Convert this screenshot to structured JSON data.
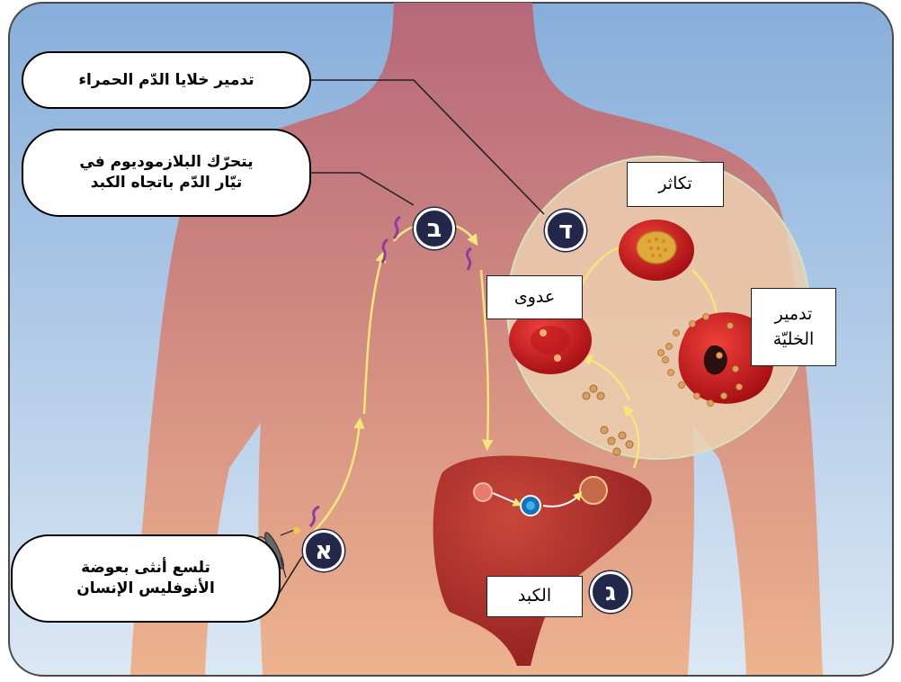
{
  "callouts": {
    "rbc_destruction": "تدمير خلايا الدّم الحمراء",
    "plasmodium_line1": "يتحرّك البلازموديوم  في",
    "plasmodium_line2": "تيّار الدّم باتجاه الكبد",
    "bite_line1": "تلسع أنثى بعوضة",
    "bite_line2": "الأنوفليس الإنسان"
  },
  "labels": {
    "multiplication": "تكاثر",
    "infection": "عدوى",
    "cell_destruction_line1": "تدمير",
    "cell_destruction_line2": "الخليّة",
    "liver": "الكبد"
  },
  "markers": {
    "a": "א",
    "b": "ב",
    "g": "ג",
    "d": "ד"
  },
  "colors": {
    "background_top": "#8fb4dc",
    "body_skin_top": "#b86a7a",
    "body_skin_bottom": "#e8a888",
    "cell_circle": "#e9c9a8",
    "liver": "#b32a2a",
    "red_blood_cell": "#c8161b",
    "marker_fill": "#23284a",
    "arrow": "#f4e67a"
  }
}
